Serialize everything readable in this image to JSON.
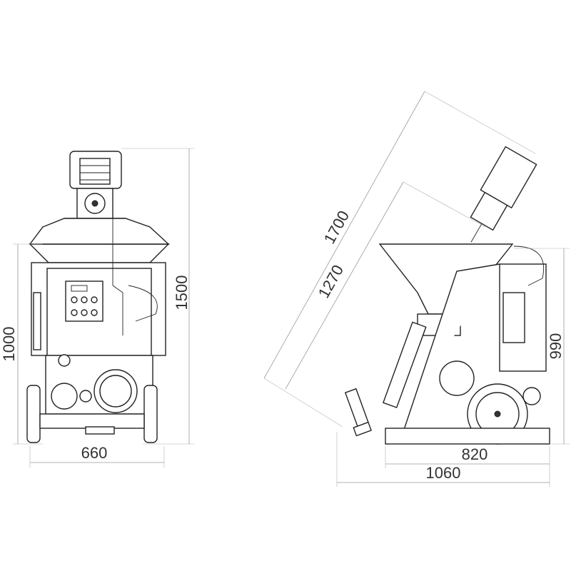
{
  "front_view": {
    "height_total": "1500",
    "height_body": "1000",
    "width": "660"
  },
  "side_view": {
    "tilted_length": "1700",
    "tilted_length_inner": "1270",
    "height": "990",
    "wheelbase": "820",
    "length": "1060"
  },
  "colors": {
    "line": "#222222",
    "dimension": "#9a9a9a",
    "text": "#333333"
  }
}
